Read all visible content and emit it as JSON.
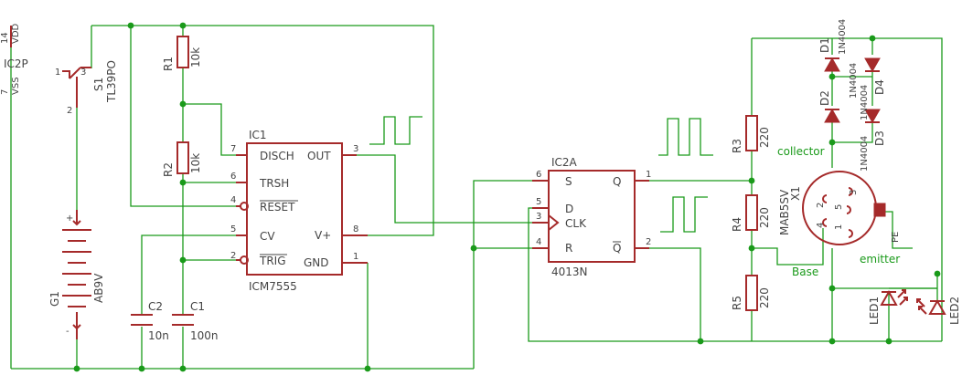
{
  "colors": {
    "wire": "#1a9a1a",
    "component": "#a52a2a",
    "text": "#444444",
    "background": "#ffffff"
  },
  "ic2p": {
    "name": "IC2P",
    "vdd": "VDD",
    "vss": "VSS",
    "pin_vdd": "14",
    "pin_vss": "7"
  },
  "s1": {
    "name": "S1",
    "value": "TL39PO",
    "pin1": "1",
    "pin2": "2",
    "pin3": "3"
  },
  "g1": {
    "name": "G1",
    "value": "AB9V",
    "plus": "+",
    "minus": "-"
  },
  "r1": {
    "name": "R1",
    "value": "10k"
  },
  "r2": {
    "name": "R2",
    "value": "10k"
  },
  "r3": {
    "name": "R3",
    "value": "220"
  },
  "r4": {
    "name": "R4",
    "value": "220"
  },
  "r5": {
    "name": "R5",
    "value": "220"
  },
  "c1": {
    "name": "C1",
    "value": "100n"
  },
  "c2": {
    "name": "C2",
    "value": "10n"
  },
  "ic1": {
    "name": "IC1",
    "value": "ICM7555",
    "pins": {
      "disch": "DISCH",
      "trsh": "TRSH",
      "reset": "RESET",
      "cv": "CV",
      "trig": "TRIG",
      "out": "OUT",
      "vplus": "V+",
      "gnd": "GND"
    },
    "pin_numbers": {
      "disch": "7",
      "trsh": "6",
      "reset": "4",
      "cv": "5",
      "trig": "2",
      "out": "3",
      "vplus": "8",
      "gnd": "1"
    }
  },
  "ic2a": {
    "name": "IC2A",
    "value": "4013N",
    "pins": {
      "s": "S",
      "d": "D",
      "clk": "CLK",
      "r": "R",
      "q": "Q",
      "qbar": "Q"
    },
    "pin_numbers": {
      "s": "6",
      "d": "5",
      "clk": "3",
      "r": "4",
      "q": "1",
      "qbar": "2"
    }
  },
  "diodes": {
    "d1": "D1",
    "d2": "D2",
    "d3": "D3",
    "d4": "D4",
    "model": "1N4004"
  },
  "x1": {
    "name": "X1",
    "value": "MAB5SV",
    "pe": "PE",
    "p1": "1",
    "p2": "2",
    "p3": "3",
    "p4": "4",
    "p5": "5"
  },
  "net_labels": {
    "collector": "collector",
    "emitter": "emitter",
    "base": "Base"
  },
  "leds": {
    "led1": "LED1",
    "led2": "LED2"
  }
}
